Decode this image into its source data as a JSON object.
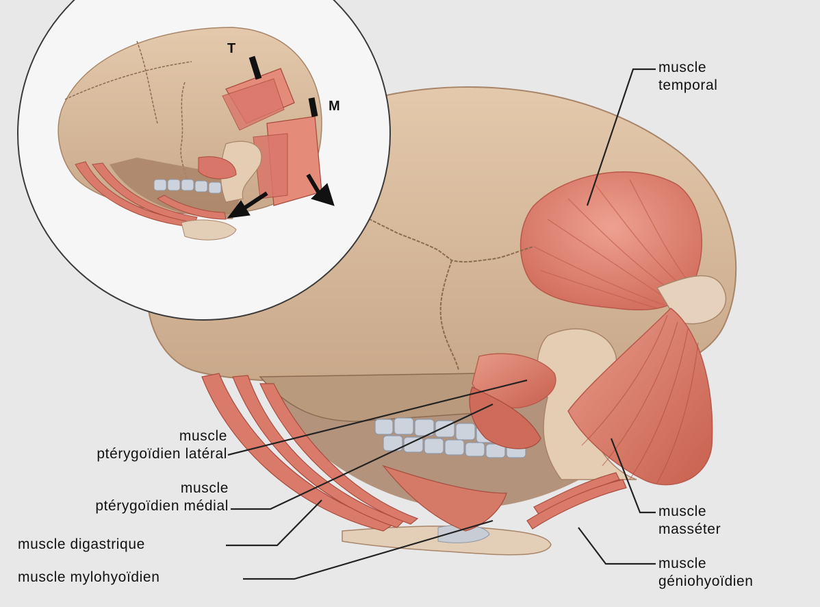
{
  "markers": {
    "t": "T",
    "m": "M"
  },
  "labels": {
    "temporal": [
      "muscle",
      "temporal"
    ],
    "pterygoidien_lateral": [
      "muscle",
      "ptérygoïdien latéral"
    ],
    "pterygoidien_medial": [
      "muscle",
      "ptérygoïdien médial"
    ],
    "digastrique": "muscle digastrique",
    "mylohyoidien": "muscle mylohyoïdien",
    "masseter": [
      "muscle",
      "masséter"
    ],
    "geniohyoidien": [
      "muscle",
      "géniohyoïdien"
    ]
  },
  "colors": {
    "background": "#e8e8e8",
    "bone": "#dcbea0",
    "bone_shadow": "#b89a7c",
    "muscle": "#d97a6a",
    "muscle_dark": "#b8584a",
    "teeth": "#c9ced6",
    "leader": "#222222"
  }
}
